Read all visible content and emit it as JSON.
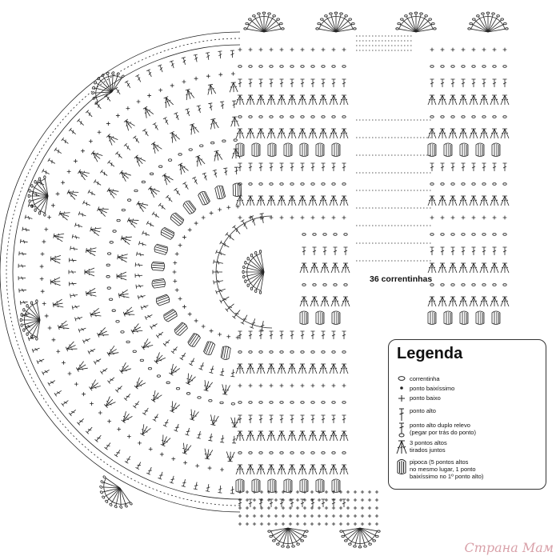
{
  "diagram": {
    "chain_count_label": "36 correntinhas",
    "watermark": "Страна Мам"
  },
  "legend": {
    "title": "Legenda",
    "items": [
      {
        "symbol": "chain-icon",
        "text": "correntinha"
      },
      {
        "symbol": "slip-stitch-icon",
        "text": "ponto baixíssimo"
      },
      {
        "symbol": "single-crochet-icon",
        "text": "ponto baixo"
      },
      {
        "symbol": "double-crochet-icon",
        "text": "ponto alto"
      },
      {
        "symbol": "back-post-double-crochet-icon",
        "text": "ponto alto duplo relevo\n(pegar por trás do ponto)"
      },
      {
        "symbol": "dc3tog-icon",
        "text": "3 pontos altos\ntirados juntos"
      },
      {
        "symbol": "popcorn-icon",
        "text": "pipoca (5 pontos altos\nno mesmo lugar, 1 ponto\nbaixíssimo no 1º ponto alto)"
      }
    ]
  },
  "colors": {
    "ink": "#222222",
    "background": "#ffffff",
    "watermark": "#d9a1a9"
  }
}
